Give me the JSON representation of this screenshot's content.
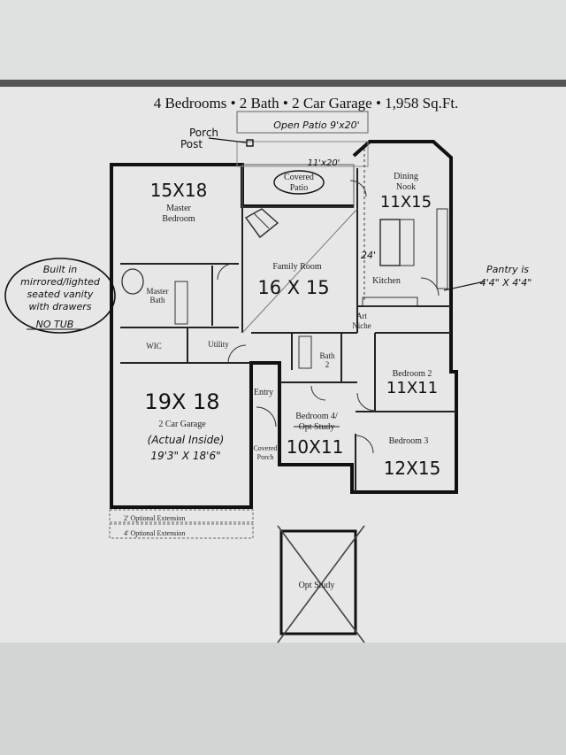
{
  "header": {
    "title": "4 Bedrooms • 2 Bath • 2 Car Garage • 1,958 Sq.Ft."
  },
  "notes": {
    "porch_post": [
      "Porch",
      "Post"
    ],
    "open_patio": "Open Patio 9'x20'",
    "covered_patio_dim": "11'x20'",
    "vanity": [
      "Built in",
      "mirrored/lighted",
      "seated vanity",
      "with drawers",
      "NO TUB"
    ],
    "pantry": [
      "Pantry is",
      "4'4\" X 4'4\""
    ],
    "kitchen_len": "24'",
    "garage_actual": [
      "(Actual Inside)",
      "19'3\" X 18'6\""
    ]
  },
  "rooms": {
    "master": {
      "name": [
        "Master",
        "Bedroom"
      ],
      "dim": "15X18"
    },
    "covered_patio": {
      "name": [
        "Covered",
        "Patio"
      ]
    },
    "dining": {
      "name": [
        "Dining",
        "Nook"
      ],
      "dim": "11X15"
    },
    "family": {
      "name": "Family Room",
      "dim": "16 X 15"
    },
    "kitchen": {
      "name": "Kitchen"
    },
    "master_bath": {
      "name": [
        "Master",
        "Bath"
      ]
    },
    "wic": {
      "name": "WIC"
    },
    "utility": {
      "name": "Utility"
    },
    "art_niche": {
      "name": [
        "Art",
        "Niche"
      ]
    },
    "bath2": {
      "name": [
        "Bath",
        "2"
      ]
    },
    "bedroom2": {
      "name": "Bedroom 2",
      "dim": "11X11"
    },
    "garage": {
      "name": "2 Car Garage",
      "dim": "19X 18"
    },
    "entry": {
      "name": "Entry"
    },
    "bedroom4": {
      "name": [
        "Bedroom 4/",
        "Opt Study"
      ],
      "dim": "10X11"
    },
    "covered_porch": {
      "name": [
        "Covered",
        "Porch"
      ]
    },
    "bedroom3": {
      "name": "Bedroom 3",
      "dim": "12X15"
    },
    "opt_study": {
      "name": "Opt Study"
    }
  },
  "extensions": [
    "2' Optional Extension",
    "4' Optional Extension"
  ]
}
